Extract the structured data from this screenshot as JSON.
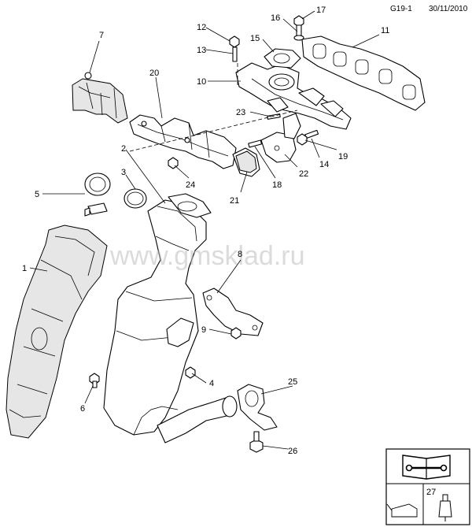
{
  "header": {
    "page_code": "G19-1",
    "date": "30/11/2010"
  },
  "watermark": "www.gmsklad.ru",
  "callouts": [
    "1",
    "2",
    "3",
    "4",
    "5",
    "6",
    "7",
    "8",
    "9",
    "10",
    "11",
    "12",
    "13",
    "14",
    "15",
    "16",
    "17",
    "18",
    "19",
    "20",
    "21",
    "22",
    "23",
    "24",
    "25",
    "26",
    "27"
  ],
  "legend": {
    "part_number": "27"
  }
}
